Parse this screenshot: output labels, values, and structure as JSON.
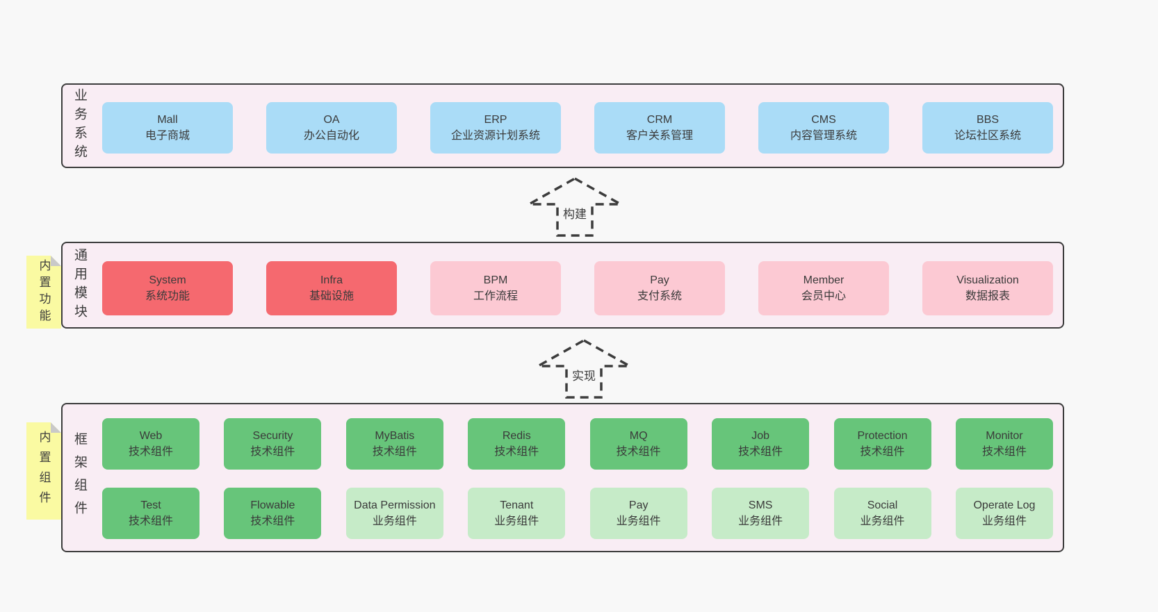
{
  "colors": {
    "page-bg": "#f8f8f8",
    "panel-bg": "#f9edf4",
    "panel-border": "#3c3c3c",
    "box-blue": "#aadcf7",
    "box-red": "#f5696f",
    "box-pink": "#fcc9d3",
    "box-green": "#67c57a",
    "box-lightgreen": "#c6ebc8",
    "note-bg": "#fafaa2",
    "note-fold": "#c9c9c9",
    "text": "#3a3a3a"
  },
  "layers": {
    "business": {
      "label": "业务系统",
      "boxes": [
        {
          "name": "Mall",
          "desc": "电子商城"
        },
        {
          "name": "OA",
          "desc": "办公自动化"
        },
        {
          "name": "ERP",
          "desc": "企业资源计划系统"
        },
        {
          "name": "CRM",
          "desc": "客户关系管理"
        },
        {
          "name": "CMS",
          "desc": "内容管理系统"
        },
        {
          "name": "BBS",
          "desc": "论坛社区系统"
        }
      ]
    },
    "modules": {
      "label": "通用模块",
      "note": "内置功能",
      "boxes": [
        {
          "name": "System",
          "desc": "系统功能"
        },
        {
          "name": "Infra",
          "desc": "基础设施"
        },
        {
          "name": "BPM",
          "desc": "工作流程"
        },
        {
          "name": "Pay",
          "desc": "支付系统"
        },
        {
          "name": "Member",
          "desc": "会员中心"
        },
        {
          "name": "Visualization",
          "desc": "数据报表"
        }
      ]
    },
    "framework": {
      "label": "框架组件",
      "note": "内置组件",
      "row1": [
        {
          "name": "Web",
          "desc": "技术组件"
        },
        {
          "name": "Security",
          "desc": "技术组件"
        },
        {
          "name": "MyBatis",
          "desc": "技术组件"
        },
        {
          "name": "Redis",
          "desc": "技术组件"
        },
        {
          "name": "MQ",
          "desc": "技术组件"
        },
        {
          "name": "Job",
          "desc": "技术组件"
        },
        {
          "name": "Protection",
          "desc": "技术组件"
        },
        {
          "name": "Monitor",
          "desc": "技术组件"
        }
      ],
      "row2": [
        {
          "name": "Test",
          "desc": "技术组件"
        },
        {
          "name": "Flowable",
          "desc": "技术组件"
        },
        {
          "name": "Data Permission",
          "desc": "业务组件"
        },
        {
          "name": "Tenant",
          "desc": "业务组件"
        },
        {
          "name": "Pay",
          "desc": "业务组件"
        },
        {
          "name": "SMS",
          "desc": "业务组件"
        },
        {
          "name": "Social",
          "desc": "业务组件"
        },
        {
          "name": "Operate Log",
          "desc": "业务组件"
        }
      ]
    }
  },
  "arrows": {
    "build": {
      "label": "构建"
    },
    "implement": {
      "label": "实现"
    }
  }
}
